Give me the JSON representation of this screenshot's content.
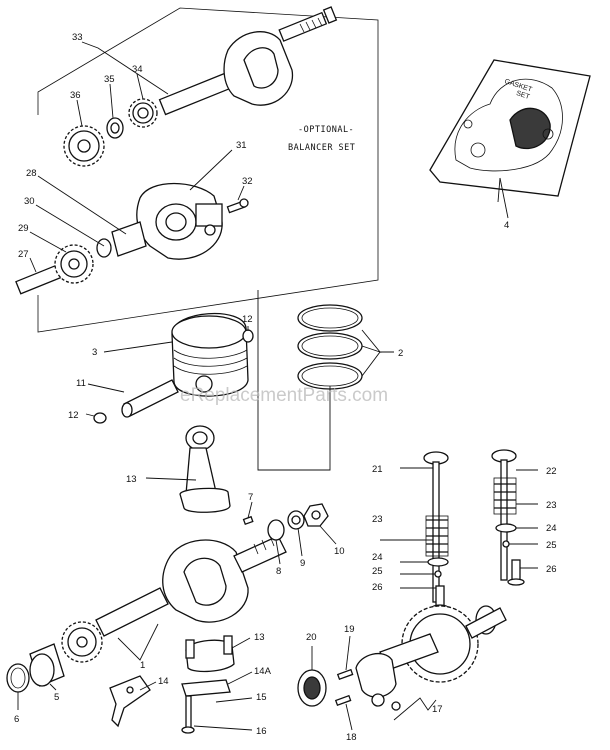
{
  "callouts": {
    "c1": "1",
    "c2": "2",
    "c3": "3",
    "c4": "4",
    "c5": "5",
    "c6": "6",
    "c7": "7",
    "c8": "8",
    "c9": "9",
    "c10": "10",
    "c11": "11",
    "c12a": "12",
    "c12b": "12",
    "c13a": "13",
    "c13b": "13",
    "c14": "14",
    "c14a": "14A",
    "c15": "15",
    "c16": "16",
    "c17": "17",
    "c18": "18",
    "c19": "19",
    "c20": "20",
    "c21": "21",
    "c22": "22",
    "c23a": "23",
    "c23b": "23",
    "c24a": "24",
    "c24b": "24",
    "c25a": "25",
    "c25b": "25",
    "c26a": "26",
    "c26b": "26",
    "c27": "27",
    "c28": "28",
    "c29": "29",
    "c30": "30",
    "c31": "31",
    "c32": "32",
    "c33": "33",
    "c34": "34",
    "c35": "35",
    "c36": "36"
  },
  "notes": {
    "optional_line1": "-OPTIONAL-",
    "optional_line2": "BALANCER SET",
    "gasket_line1": "GASKET",
    "gasket_line2": "SET"
  },
  "watermark": "eReplacementParts.com"
}
